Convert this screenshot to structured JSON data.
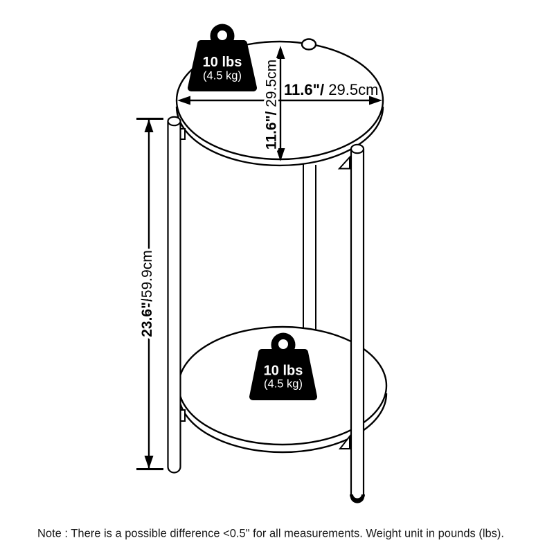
{
  "colors": {
    "line": "#000000",
    "background": "#ffffff",
    "weight_fill": "#000000",
    "weight_text": "#ffffff",
    "note_text": "#1a1a1a"
  },
  "labels": {
    "diameter_horizontal": {
      "bold": "11.6\"/",
      "regular": " 29.5cm"
    },
    "diameter_vertical": {
      "bold": "11.6\"/",
      "regular": " 29.5cm"
    },
    "height": {
      "bold": "23.6\"/",
      "regular": "59.9cm"
    }
  },
  "weight_capacity": {
    "top": {
      "line1": "10 lbs",
      "line2": "(4.5 kg)"
    },
    "bottom": {
      "line1": "10 lbs",
      "line2": "(4.5 kg)"
    }
  },
  "note": {
    "text": "Note : There is a possible difference <0.5\" for all measurements. Weight unit in pounds (lbs)."
  },
  "icons": {
    "weight_top": "weight-icon",
    "weight_bottom": "weight-icon"
  }
}
